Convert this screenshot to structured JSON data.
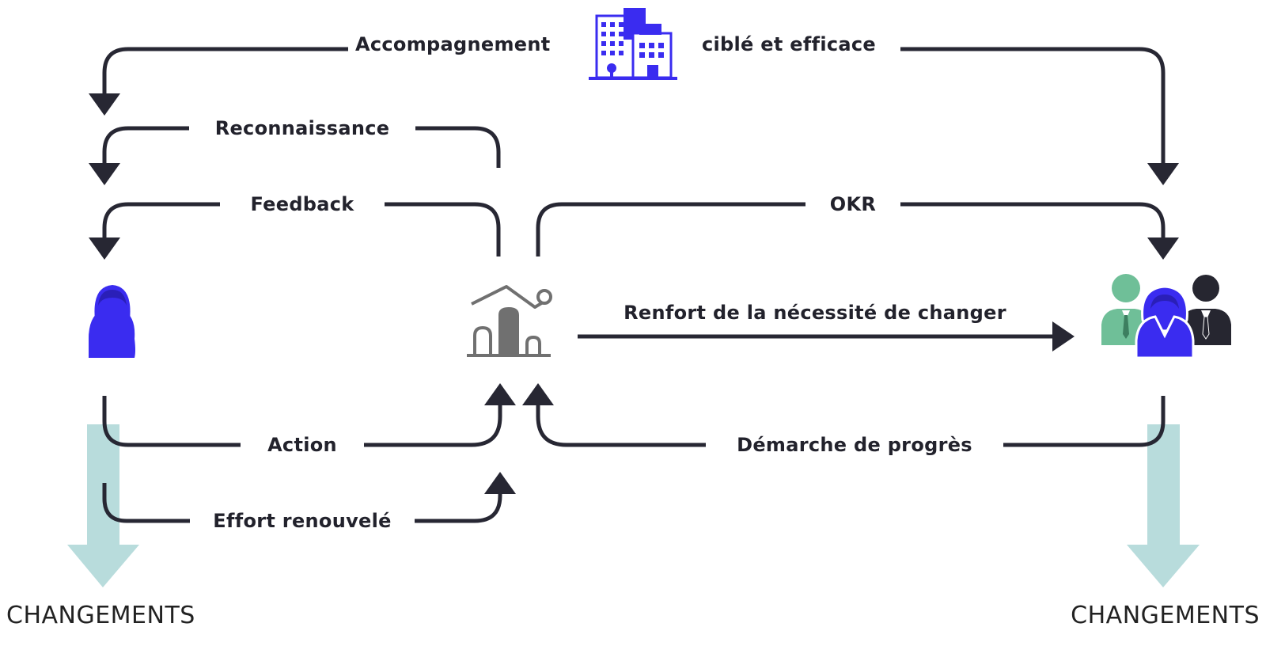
{
  "labels": {
    "accompagnement": "Accompagnement",
    "cible": "ciblé et efficace",
    "reconnaissance": "Reconnaissance",
    "feedback": "Feedback",
    "okr": "OKR",
    "renfort": "Renfort de la nécessité de changer",
    "action": "Action",
    "demarche": "Démarche  de progrès",
    "effort": "Effort renouvelé",
    "changements_left": "CHANGEMENTS",
    "changements_right": "CHANGEMENTS"
  },
  "icons": {
    "building": "building-icon",
    "person": "woman-icon",
    "chart": "chart-icon",
    "team": "team-icon"
  },
  "colors": {
    "line": "#272733",
    "accent": "#3a2cf0",
    "green": "#6fbf98",
    "dark": "#262630",
    "gray": "#707070",
    "outcome_arrow": "#b8dcdc"
  }
}
